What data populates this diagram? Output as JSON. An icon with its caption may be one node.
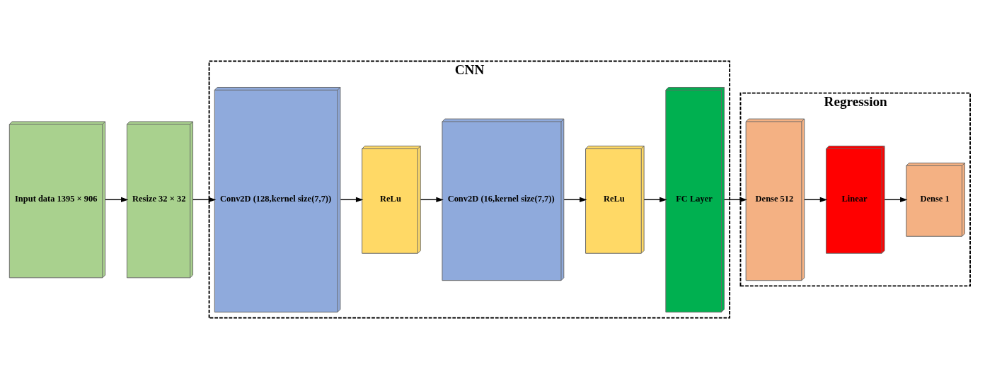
{
  "diagram": {
    "nodes": [
      {
        "text": [
          "Input data 1395 × 906"
        ]
      },
      {
        "text": [
          "Resize 32 × 32"
        ]
      },
      {
        "text": [
          "CNN"
        ]
      },
      {
        "text": [
          "Conv2D (128,kernel size(7,7))"
        ],
        "in": 2
      },
      {
        "text": [
          "ReLu"
        ],
        "in": 2
      },
      {
        "text": [
          "Conv2D (16,kernel size(7,7))"
        ],
        "in": 2
      },
      {
        "text": [
          "ReLu"
        ],
        "in": 2
      },
      {
        "text": [
          "FC Layer"
        ],
        "in": 2
      },
      {
        "text": [
          "Regression"
        ]
      },
      {
        "text": [
          "Dense 512"
        ],
        "in": 8
      },
      {
        "text": [
          "Linear"
        ],
        "in": 8
      },
      {
        "text": [
          "Dense 1"
        ],
        "in": 8
      }
    ],
    "edges": [
      {
        "from": 0,
        "to": 1,
        "arrow": "to"
      },
      {
        "from": 1,
        "to": 3,
        "arrow": "to"
      },
      {
        "from": 3,
        "to": 4,
        "arrow": "to"
      },
      {
        "from": 4,
        "to": 5,
        "arrow": "to"
      },
      {
        "from": 5,
        "to": 6,
        "arrow": "to"
      },
      {
        "from": 6,
        "to": 7,
        "arrow": "to"
      },
      {
        "from": 7,
        "to": 9,
        "arrow": "to"
      },
      {
        "from": 9,
        "to": 10,
        "arrow": "to"
      },
      {
        "from": 10,
        "to": 11,
        "arrow": "to"
      }
    ]
  }
}
